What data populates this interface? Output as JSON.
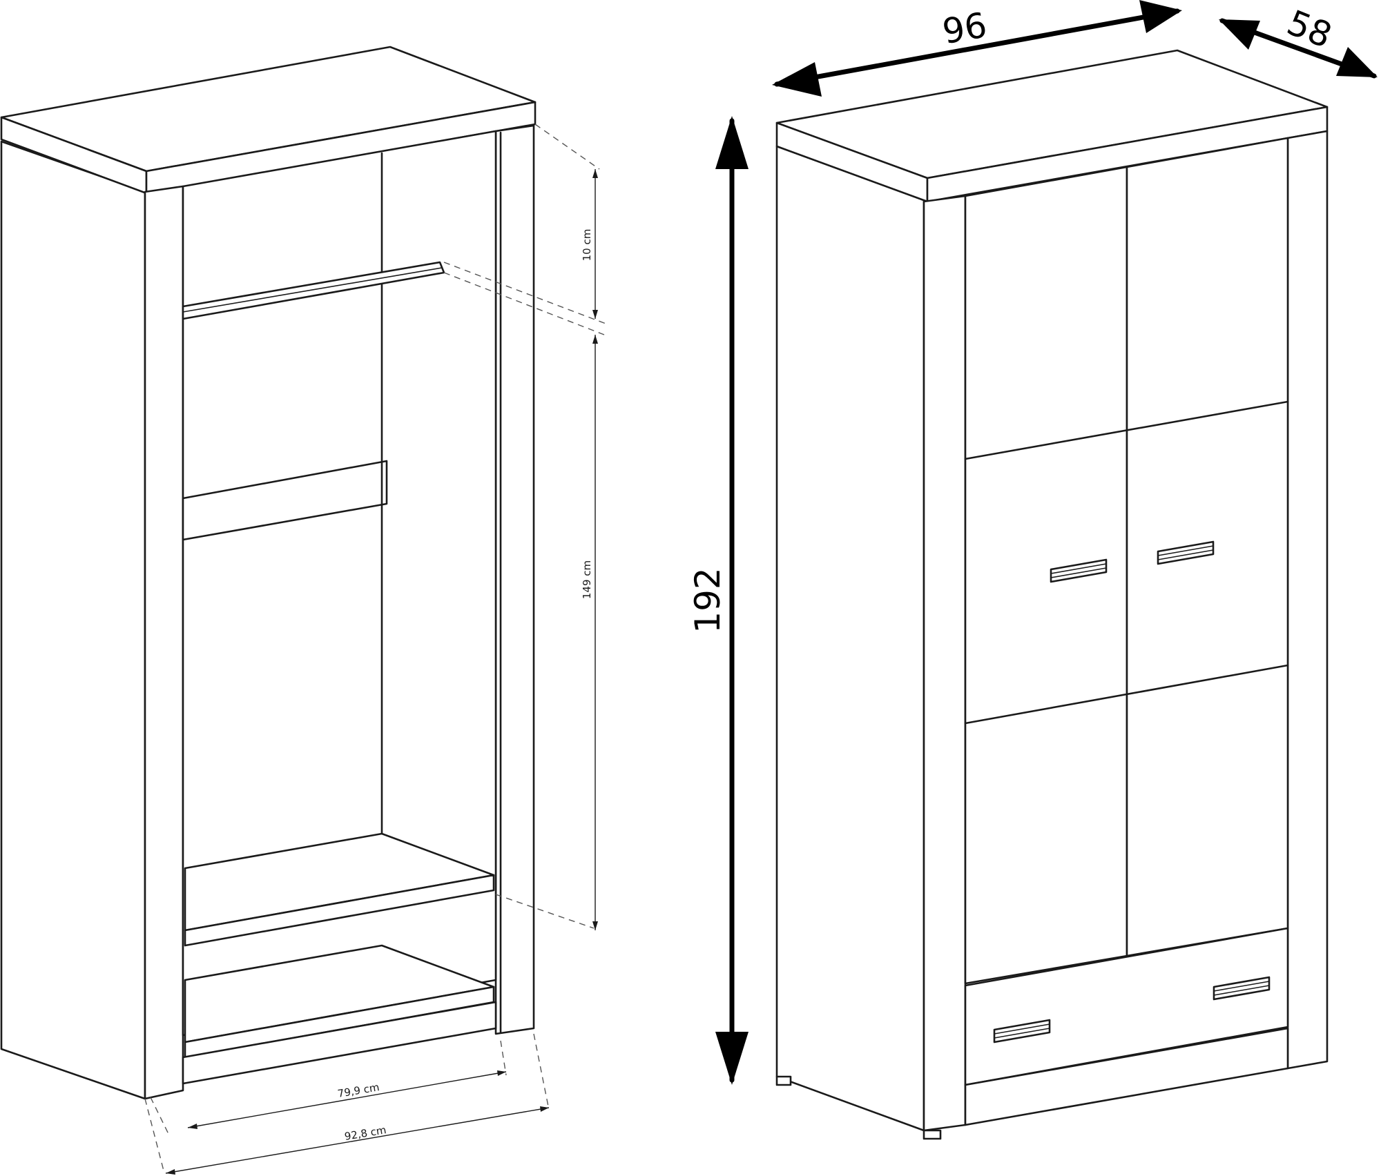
{
  "open_wardrobe": {
    "dimensions": {
      "rail_gap": "10 cm",
      "hanging_height": "149 cm",
      "inner_width": "79,9 cm",
      "outer_width": "92,8 cm"
    }
  },
  "closed_wardrobe": {
    "dimensions": {
      "width": "96",
      "depth": "58",
      "height": "192"
    }
  }
}
